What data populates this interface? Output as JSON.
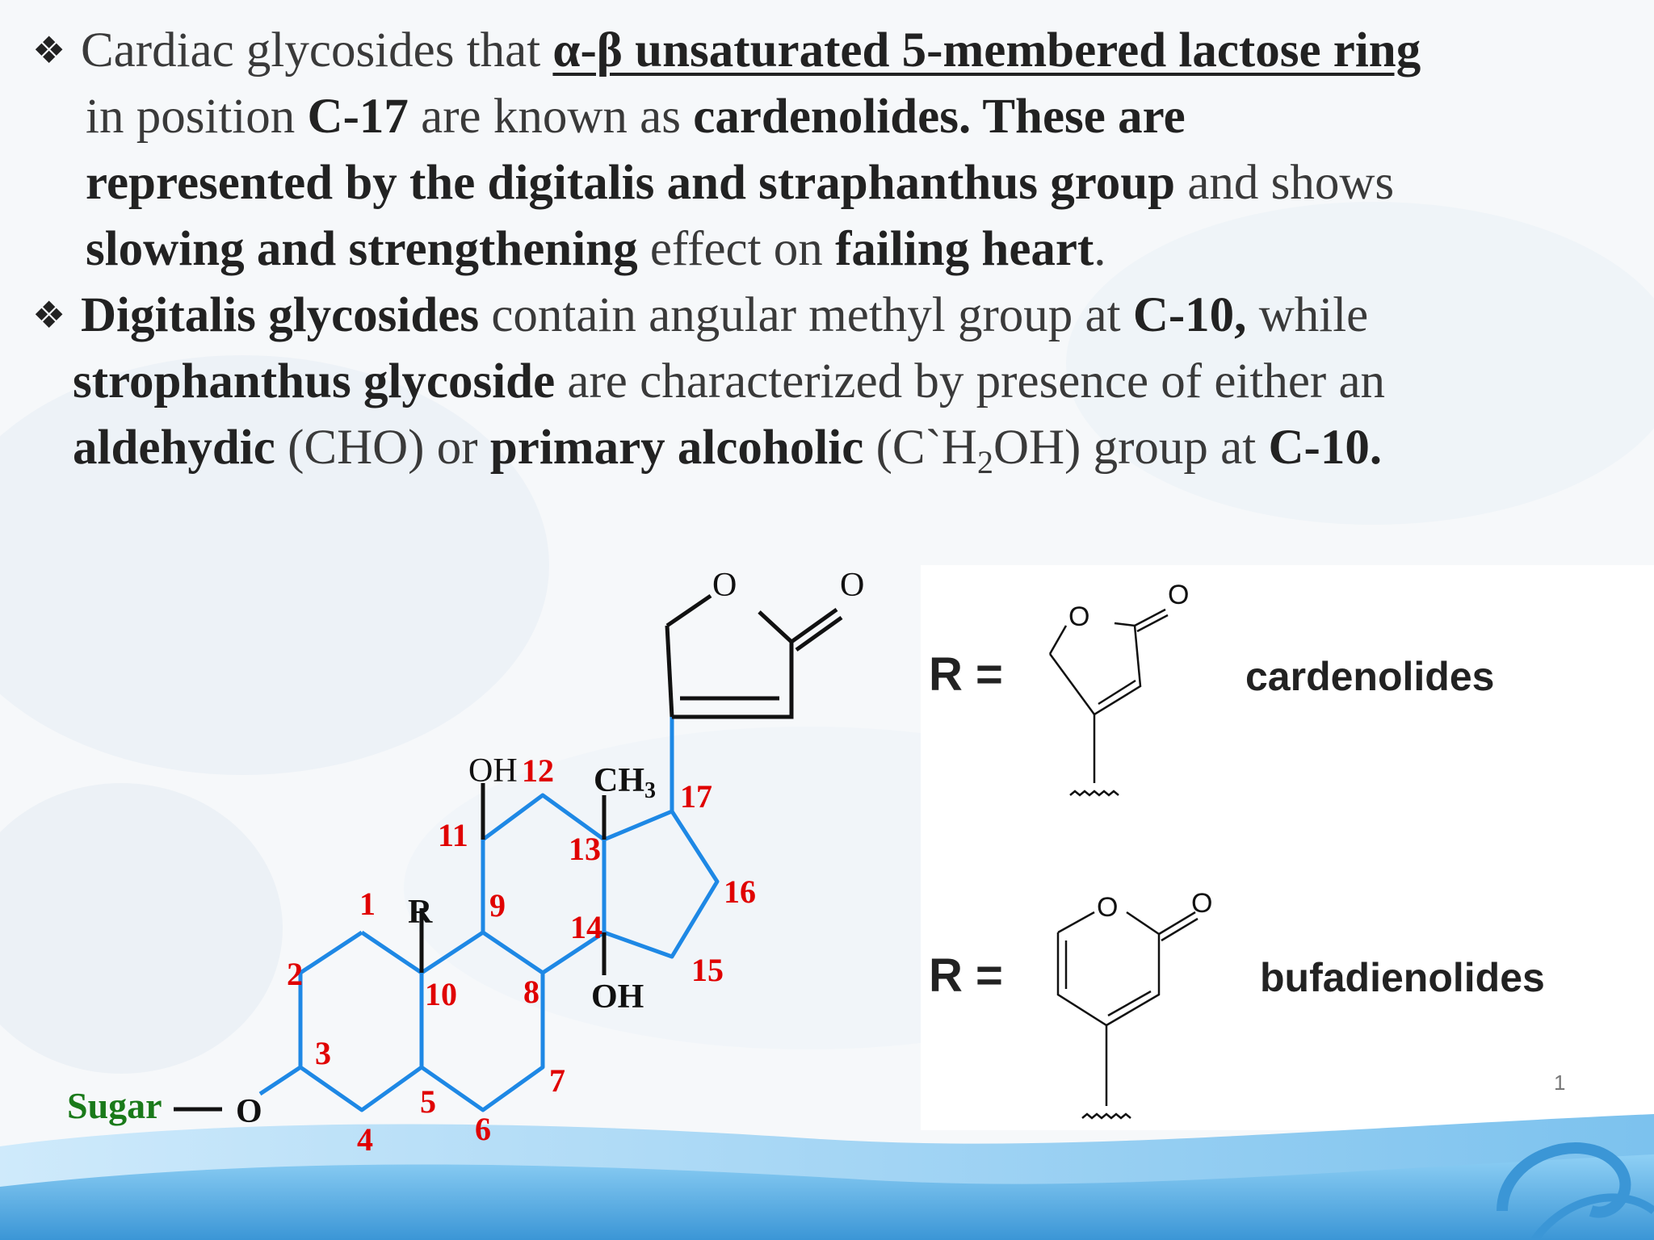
{
  "bullets": {
    "marker": "❖",
    "b1": {
      "p1": "Cardiac glycosides that ",
      "p2": "α-β unsaturated 5-membered lactose ring",
      "p3": "in position ",
      "p4": "C-17",
      "p5": " are known as ",
      "p6": "cardenolides. These are",
      "p7": "represented by the digitalis and straphanthus group",
      "p8": " and shows",
      "p9": "slowing and strengthening",
      "p10": " effect on ",
      "p11": "failing heart",
      "p12": "."
    },
    "b2": {
      "p1": "Digitalis glycosides",
      "p2": " contain angular methyl group at ",
      "p3": "C-10,",
      "p4": " while",
      "p5": "strophanthus glycoside",
      "p6": " are characterized by presence of either an",
      "p7": "aldehydic",
      "p8": " (CHO) or ",
      "p9": "primary alcoholic",
      "p10": " (C`H",
      "p11": "2",
      "p12": "OH) group at ",
      "p13": "C-10."
    }
  },
  "structure": {
    "sugar": "Sugar",
    "oxygen": "O",
    "r": "R",
    "oh_top": "OH",
    "ch3": "CH",
    "ch3_sub": "3",
    "oh_bottom": "OH",
    "ring_o": "O",
    "carbonyl_o": "O",
    "numbers": {
      "n1": "1",
      "n2": "2",
      "n3": "3",
      "n4": "4",
      "n5": "5",
      "n6": "6",
      "n7": "7",
      "n8": "8",
      "n9": "9",
      "n10": "10",
      "n11": "11",
      "n12": "12",
      "n13": "13",
      "n14": "14",
      "n15": "15",
      "n16": "16",
      "n17": "17"
    }
  },
  "r_groups": {
    "card_label": "R =",
    "card_name": "cardenolides",
    "card_o1": "O",
    "card_o2": "O",
    "bufa_label": "R =",
    "bufa_name": "bufadienolides",
    "bufa_o1": "O",
    "bufa_o2": "O"
  },
  "page_number": "1",
  "colors": {
    "text": "#3a3a3a",
    "bond_blue": "#1e88e5",
    "number_red": "#e00000",
    "sugar_green": "#1a7a1a",
    "wave_blue": "#5fb3e6"
  }
}
